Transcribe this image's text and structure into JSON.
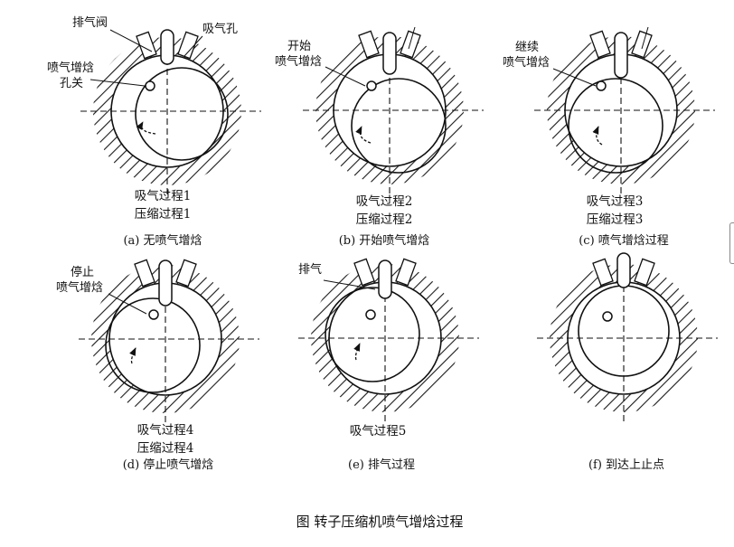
{
  "figure_title": "图  转子压缩机喷气增焓过程",
  "panels": [
    {
      "id": "a",
      "caption": "(a) 无喷气增焓",
      "stages": [
        "吸气过程1",
        "压缩过程1"
      ],
      "annotations": [
        "排气阀",
        "吸气孔",
        "喷气增焓",
        "孔关"
      ]
    },
    {
      "id": "b",
      "caption": "(b) 开始喷气增焓",
      "stages": [
        "吸气过程2",
        "压缩过程2"
      ],
      "annotations": [
        "开始",
        "喷气增焓"
      ]
    },
    {
      "id": "c",
      "caption": "(c) 喷气增焓过程",
      "stages": [
        "吸气过程3",
        "压缩过程3"
      ],
      "annotations": [
        "继续",
        "喷气增焓"
      ]
    },
    {
      "id": "d",
      "caption": "(d) 停止喷气增焓",
      "stages": [
        "吸气过程4",
        "压缩过程4"
      ],
      "annotations": [
        "停止",
        "喷气增焓"
      ]
    },
    {
      "id": "e",
      "caption": "(e) 排气过程",
      "stages": [
        "吸气过程5"
      ],
      "annotations": [
        "排气"
      ]
    },
    {
      "id": "f",
      "caption": "(f) 到达上止点",
      "stages": [],
      "annotations": []
    }
  ]
}
